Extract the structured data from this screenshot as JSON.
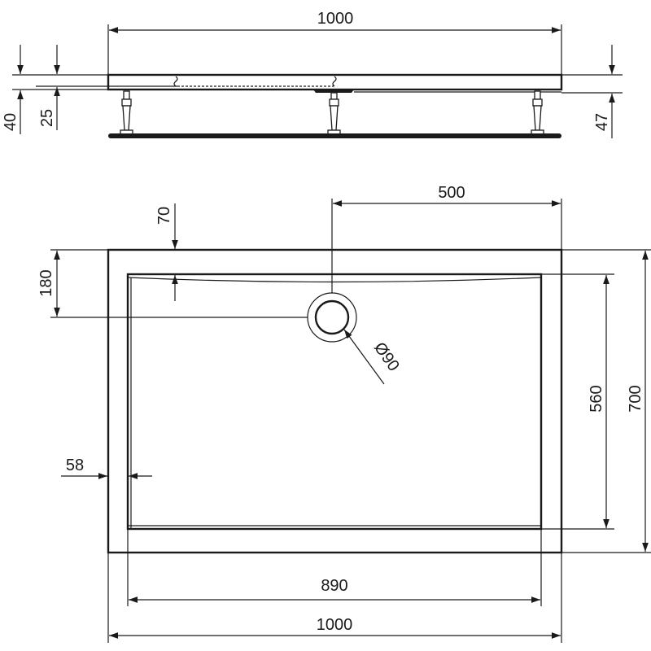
{
  "title": "Shower tray technical drawing",
  "side_view": {
    "width_label": "1000",
    "total_height_label": "40",
    "rim_height_label": "25",
    "drain_height_label": "47"
  },
  "plan_view": {
    "drain_offset_label": "500",
    "rim_top_label": "70",
    "drain_from_edge_label": "180",
    "drain_diameter_label": "Ø90",
    "rim_side_label": "58",
    "inner_depth_label": "560",
    "outer_depth_label": "700",
    "inner_width_label": "890",
    "outer_width_label": "1000"
  },
  "colors": {
    "line": "#1a1a1a",
    "background": "#ffffff"
  }
}
